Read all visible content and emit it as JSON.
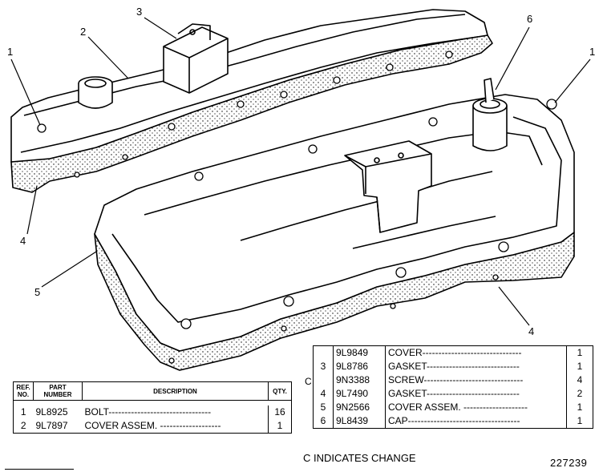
{
  "callouts": {
    "c1_left": "1",
    "c2": "2",
    "c3": "3",
    "c6": "6",
    "c1_right": "1",
    "c4_left": "4",
    "c5": "5",
    "c4_right": "4"
  },
  "left_table": {
    "headers": {
      "ref_no": "REF. NO.",
      "part_number": "PART NUMBER",
      "description": "DESCRIPTION",
      "qty": "QTY."
    },
    "rows": [
      {
        "ref": "1",
        "part": "9L8925",
        "desc": "BOLT--------------------------------",
        "qty": "16"
      },
      {
        "ref": "2",
        "part": "9L7897",
        "desc": "COVER ASSEM. -------------------",
        "qty": "1"
      }
    ]
  },
  "right_table": {
    "change_marker": "C",
    "rows": [
      {
        "ref": "",
        "part": "9L9849",
        "desc": "COVER-------------------------------",
        "qty": "1"
      },
      {
        "ref": "3",
        "part": "9L8786",
        "desc": "GASKET-----------------------------",
        "qty": "1"
      },
      {
        "ref": "",
        "part": "9N3388",
        "desc": "SCREW-------------------------------",
        "qty": "4"
      },
      {
        "ref": "4",
        "part": "9L7490",
        "desc": "GASKET-----------------------------",
        "qty": "2"
      },
      {
        "ref": "5",
        "part": "9N2566",
        "desc": "COVER ASSEM. --------------------",
        "qty": "1"
      },
      {
        "ref": "6",
        "part": "9L8439",
        "desc": "CAP-----------------------------------",
        "qty": "1"
      }
    ]
  },
  "footer": {
    "indicates_change": "C INDICATES CHANGE",
    "illustration_number": "227239"
  }
}
